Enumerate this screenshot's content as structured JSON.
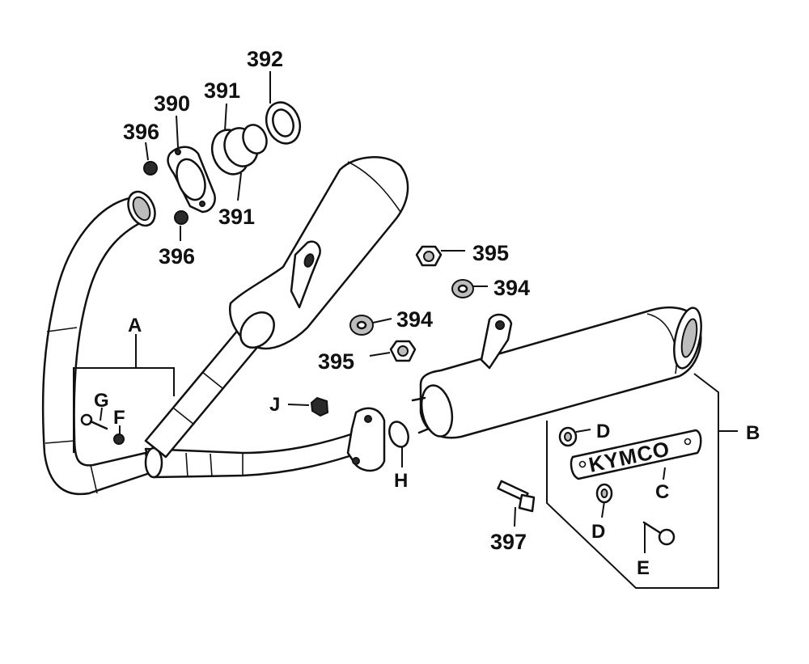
{
  "labels": {
    "p390": "390",
    "p391_top": "391",
    "p391_bottom": "391",
    "p392": "392",
    "p394_upper": "394",
    "p394_lower": "394",
    "p395_upper": "395",
    "p395_lower": "395",
    "p396_upper": "396",
    "p396_lower": "396",
    "p397": "397",
    "A": "A",
    "B": "B",
    "C": "C",
    "D_upper": "D",
    "D_lower": "D",
    "E": "E",
    "F": "F",
    "G": "G",
    "H": "H",
    "J": "J"
  },
  "emblem_text": "KYMCO"
}
